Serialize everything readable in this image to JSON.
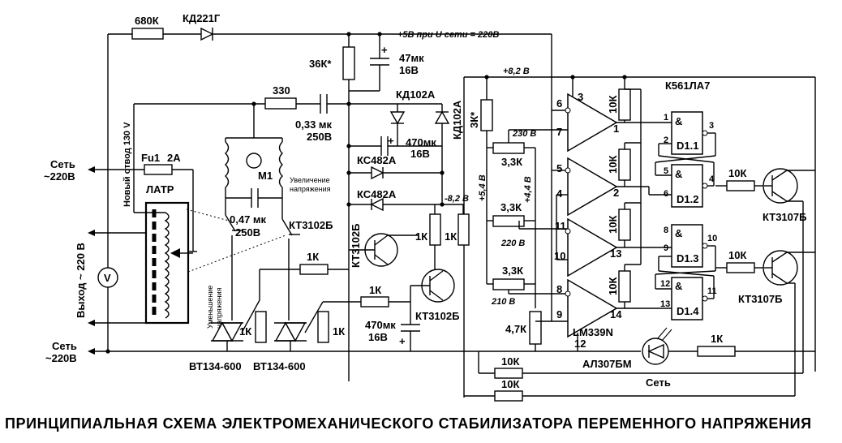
{
  "title": "ПРИНЦИПИАЛЬНАЯ СХЕМА ЭЛЕКТРОМЕХАНИЧЕСКОГО СТАБИЛИЗАТОРА ПЕРЕМЕННОГО НАПРЯЖЕНИЯ",
  "top": {
    "r_680k": "680К",
    "d_kd221": "КД221Г",
    "v5": "+5В  при  U сети = 220В",
    "r_36k": "36К*",
    "c47_val": "47мк",
    "c47_v": "16В",
    "v82": "+8,2 В"
  },
  "left": {
    "fuse": "Fu1",
    "fuse_val": "2А",
    "latr": "ЛАТР",
    "set_in_1": "Сеть",
    "set_in_2": "~220В",
    "tap": "Новый отвод 130 V",
    "out": "Выход  ~ 220 В",
    "set_out_1": "Сеть",
    "set_out_2": "~220В",
    "voltmeter": "V"
  },
  "mid": {
    "r330": "330",
    "c033": "0,33 мк",
    "c033_v": "250В",
    "kd102a_1": "КД102А",
    "kd102a_2": "КД102А",
    "c470a": "470мк",
    "c470a_v": "16В",
    "ks1": "КС482А",
    "ks2": "КС482А",
    "vneg": "-8,2 В",
    "m1": "M1",
    "inc1": "Увеличение",
    "inc2": "напряжения",
    "dec1": "Уменьшение",
    "dec2": "напряжения",
    "c047": "0,47 мк",
    "c047_v": "250В",
    "kt3102_1": "КТ3102Б",
    "kt3102_2": "КТ3102Б",
    "kt3102_3": "КТ3102Б",
    "r1k_a": "1К",
    "r1k_b": "1К",
    "r1k_c": "1К",
    "r1k_d": "1К",
    "r1k_e": "1К",
    "r1k_f": "1К",
    "c470b": "470мк",
    "c470b_v": "16В",
    "triac1": "ВТ134-600",
    "triac2": "ВТ134-600"
  },
  "cmp": {
    "r3k_star": "3К*",
    "v54": "+5,4 В",
    "v44": "+4,4 В",
    "v230": "230 В",
    "v220": "220 В",
    "v210": "210 В",
    "r33a": "3,3К",
    "r33b": "3,3К",
    "r33c": "3,3К",
    "r47k": "4,7К",
    "chip": "LM339N",
    "p6": "6",
    "p7": "7",
    "p5": "5",
    "p4": "4",
    "p11": "11",
    "p10": "10",
    "p8": "8",
    "p9": "9",
    "p3": "3",
    "p1": "1",
    "p2": "2",
    "p13": "13",
    "p14": "14",
    "p12": "12",
    "r10k_1": "10К",
    "r10k_2": "10К",
    "r10k_3": "10К",
    "r10k_4": "10К"
  },
  "logic": {
    "chip": "К561ЛА7",
    "amp": "&",
    "d11": "D1.1",
    "d12": "D1.2",
    "d13": "D1.3",
    "d14": "D1.4",
    "q1": "1",
    "q2": "2",
    "q3": "3",
    "q5": "5",
    "q6": "6",
    "q4": "4",
    "q8": "8",
    "q9": "9",
    "q10": "10",
    "q12": "12",
    "q13": "13",
    "q11": "11",
    "r10k_a": "10К",
    "r10k_b": "10К",
    "kt3107_1": "КТ3107Б",
    "kt3107_2": "КТ3107Б"
  },
  "bottom": {
    "led": "АЛ307БМ",
    "r1k": "1К",
    "set": "Сеть",
    "r10k_a": "10К",
    "r10k_b": "10К"
  }
}
